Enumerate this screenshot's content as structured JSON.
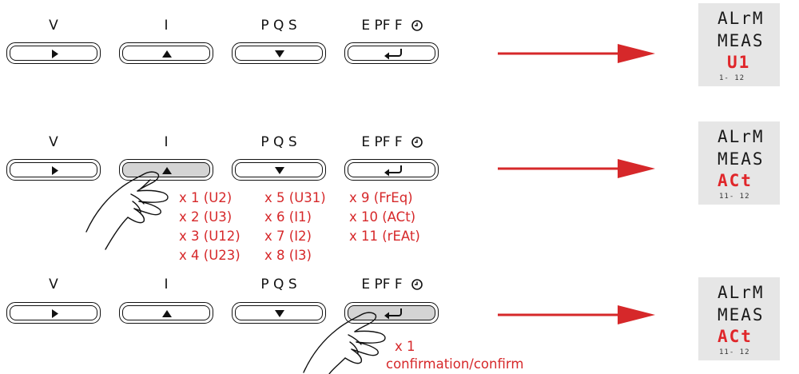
{
  "button_labels": [
    "V",
    "I",
    "P Q S",
    "E PF F"
  ],
  "button_icons": [
    "play-icon",
    "up-arrow-icon",
    "down-arrow-icon",
    "enter-return-icon"
  ],
  "clock_icon": "clock-icon",
  "steps": [
    {
      "pressed_button": null,
      "display": {
        "line1": "ALrM",
        "line2": "MEAS",
        "line3": "U1",
        "range": "1- 12"
      }
    },
    {
      "pressed_button": "I",
      "display": {
        "line1": "ALrM",
        "line2": "MEAS",
        "line3": "ACt",
        "range": "11- 12"
      }
    },
    {
      "pressed_button": "E PF F",
      "display": {
        "line1": "ALrM",
        "line2": "MEAS",
        "line3": "ACt",
        "range": "11- 12"
      }
    }
  ],
  "press_sequence": {
    "col1": [
      "x 1 (U2)",
      "x 2 (U3)",
      "x 3 (U12)",
      "x 4 (U23)"
    ],
    "col2": [
      "x 5 (U31)",
      "x 6 (I1)",
      "x 7 (I2)",
      "x 8 (I3)"
    ],
    "col3": [
      "x 9 (FrEq)",
      "x 10 (ACt)",
      "x 11 (rEAt)"
    ]
  },
  "confirm": {
    "count": "x 1",
    "label": "confirmation/confirm"
  },
  "colors": {
    "accent_red": "#d6282a",
    "display_bg": "#e6e6e6",
    "pressed_bg": "#d4d4d4"
  }
}
